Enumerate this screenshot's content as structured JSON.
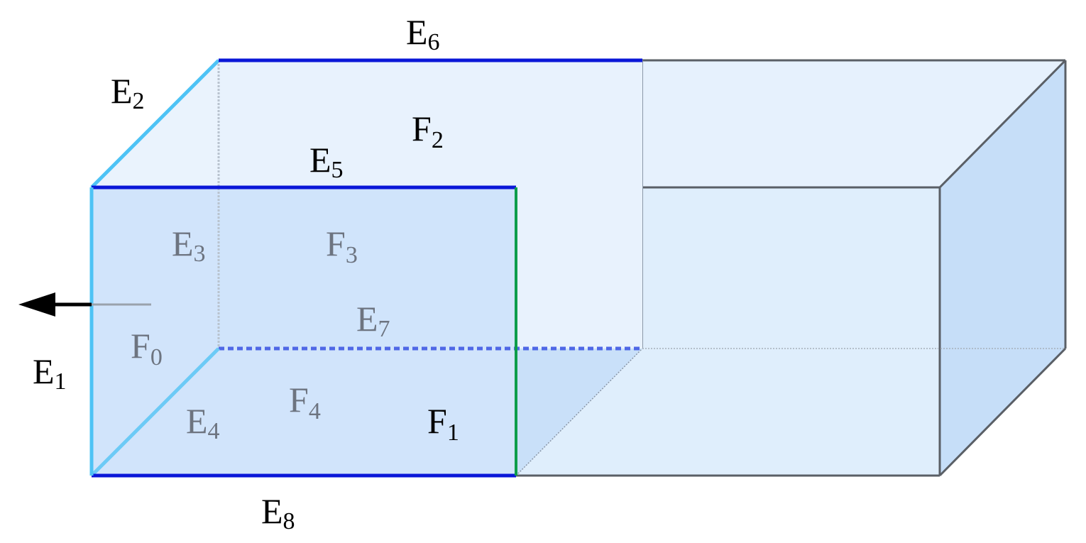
{
  "colors": {
    "cube_fill_front": "#cfe3fb",
    "cube_fill_light": "#e6f1fd",
    "cube_fill_side": "#c6def8",
    "edge_gray": "#5a5f66",
    "edge_blue": "#0a17d8",
    "edge_cyan": "#4ec3f5",
    "edge_green": "#0d9d4a",
    "edge_dashed": "#4f68e6",
    "arrow": "#000000"
  },
  "labels": {
    "E1": {
      "main": "E",
      "sub": "1"
    },
    "E2": {
      "main": "E",
      "sub": "2"
    },
    "E3": {
      "main": "E",
      "sub": "3"
    },
    "E4": {
      "main": "E",
      "sub": "4"
    },
    "E5": {
      "main": "E",
      "sub": "5"
    },
    "E6": {
      "main": "E",
      "sub": "6"
    },
    "E7": {
      "main": "E",
      "sub": "7"
    },
    "E8": {
      "main": "E",
      "sub": "8"
    },
    "F0": {
      "main": "F",
      "sub": "0"
    },
    "F1": {
      "main": "F",
      "sub": "1"
    },
    "F2": {
      "main": "F",
      "sub": "2"
    },
    "F3": {
      "main": "F",
      "sub": "3"
    },
    "F4": {
      "main": "F",
      "sub": "4"
    }
  }
}
